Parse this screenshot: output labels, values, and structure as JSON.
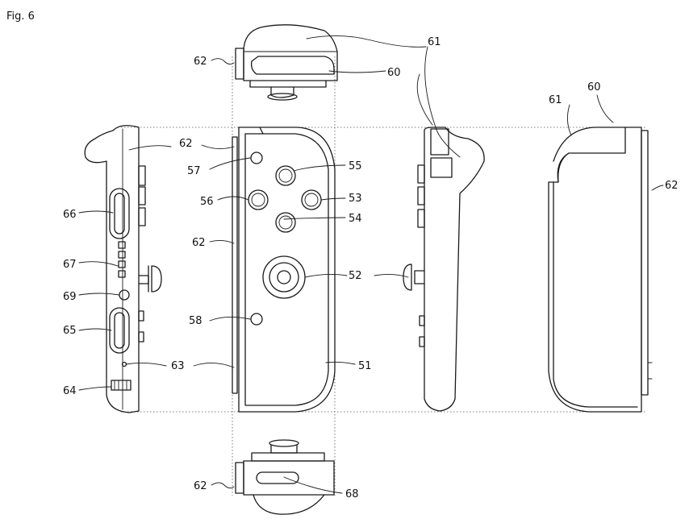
{
  "figure": {
    "title": "Fig. 6"
  },
  "labels": {
    "l60a": "60",
    "l60b": "60",
    "l61a": "61",
    "l61b": "61",
    "l62a": "62",
    "l62b": "62",
    "l62c": "62",
    "l62d": "62",
    "l62e": "62",
    "l63": "63",
    "l64": "64",
    "l65": "65",
    "l66": "66",
    "l67": "67",
    "l68": "68",
    "l69": "69",
    "l51": "51",
    "l52": "52",
    "l53": "53",
    "l54": "54",
    "l55": "55",
    "l56": "56",
    "l57": "57",
    "l58": "58"
  }
}
